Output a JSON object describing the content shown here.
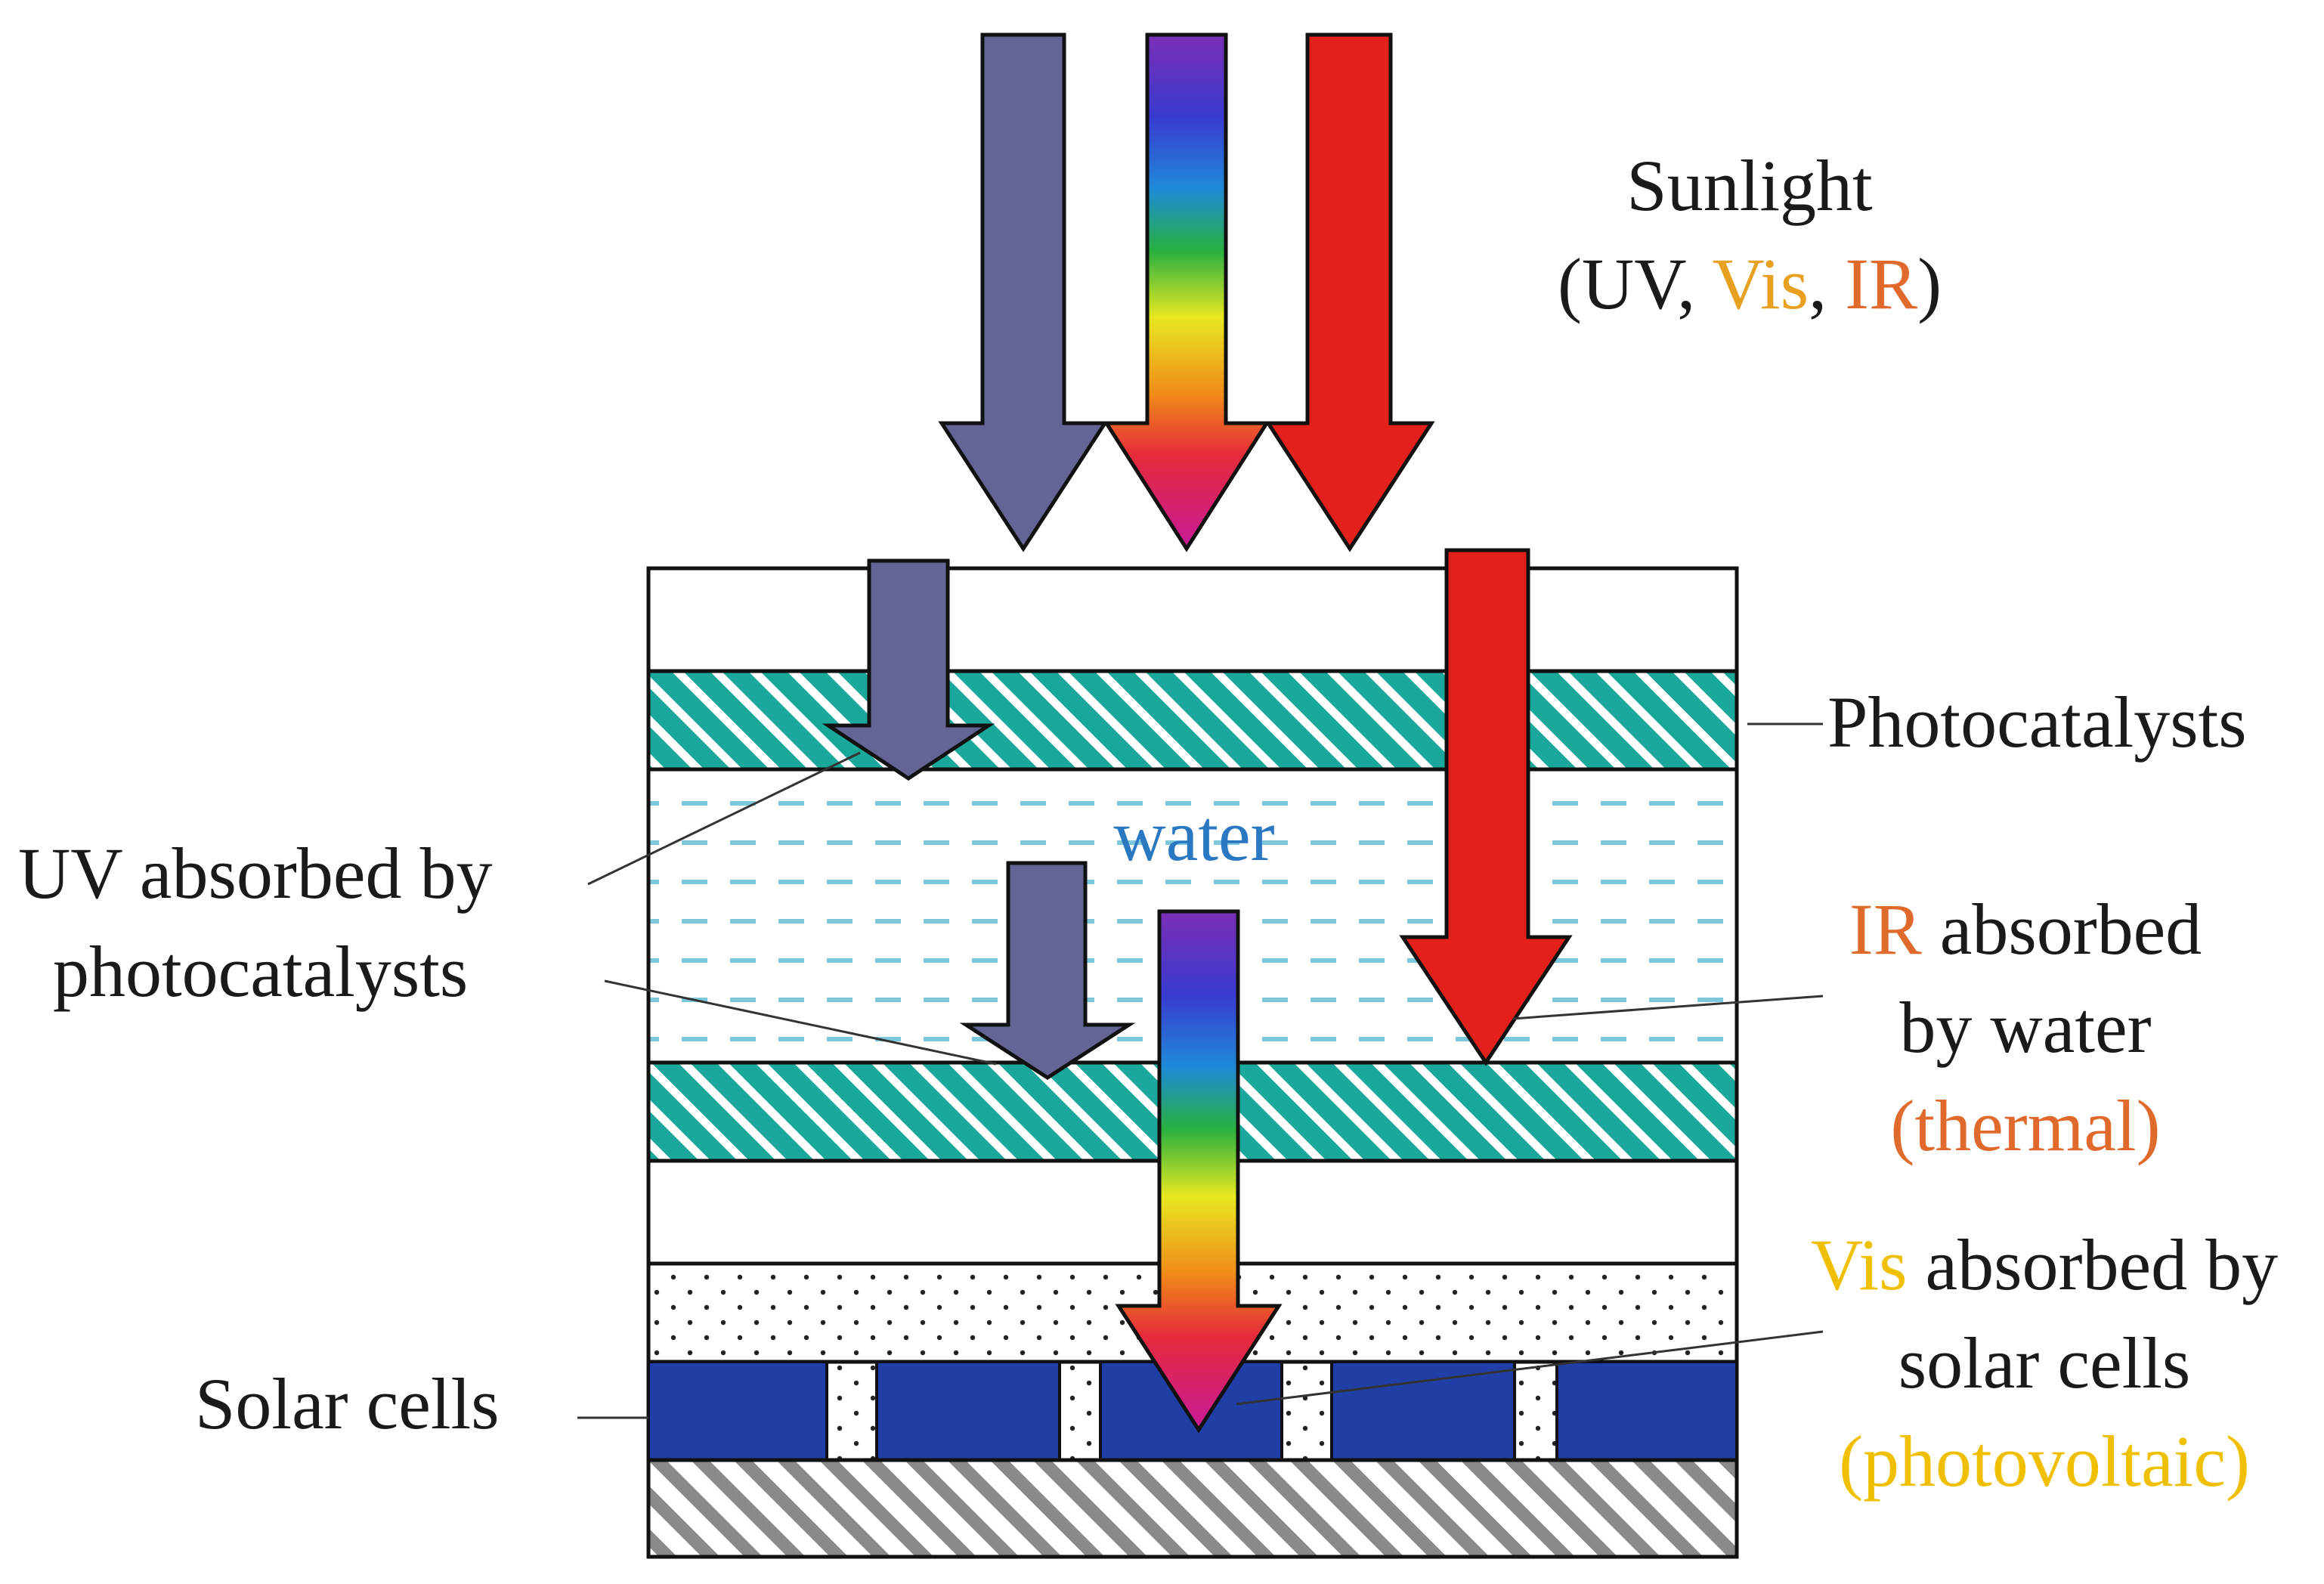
{
  "labels": {
    "sunlight_title": "Sunlight",
    "sunlight_open": "(UV, ",
    "sunlight_vis": "Vis",
    "sunlight_comma": ", ",
    "sunlight_ir": "IR",
    "sunlight_close": ")",
    "water": "water",
    "photocatalysts": "Photocatalysts",
    "uv_absorbed_line1": "UV absorbed by",
    "uv_absorbed_line2": "photocatalysts",
    "ir_word": "IR",
    "ir_rest": " absorbed",
    "ir_line2": "by water",
    "ir_line3": "(thermal)",
    "vis_word": "Vis",
    "vis_rest": " absorbed by",
    "vis_line2": "solar cells",
    "vis_line3": "(photovoltaic)",
    "solar_cells": "Solar cells"
  },
  "colors": {
    "uv_arrow": "#646496",
    "ir_arrow": "#e3201b",
    "photocatalyst_layer": "#1aa89a",
    "water_dash": "#7ec8dc",
    "solar_cell": "#1f3fa6",
    "ir_text": "#e06a2c",
    "vis_text": "#f0c000",
    "vis_text_sunlight": "#e8a020",
    "water_text": "#2a78c2"
  }
}
